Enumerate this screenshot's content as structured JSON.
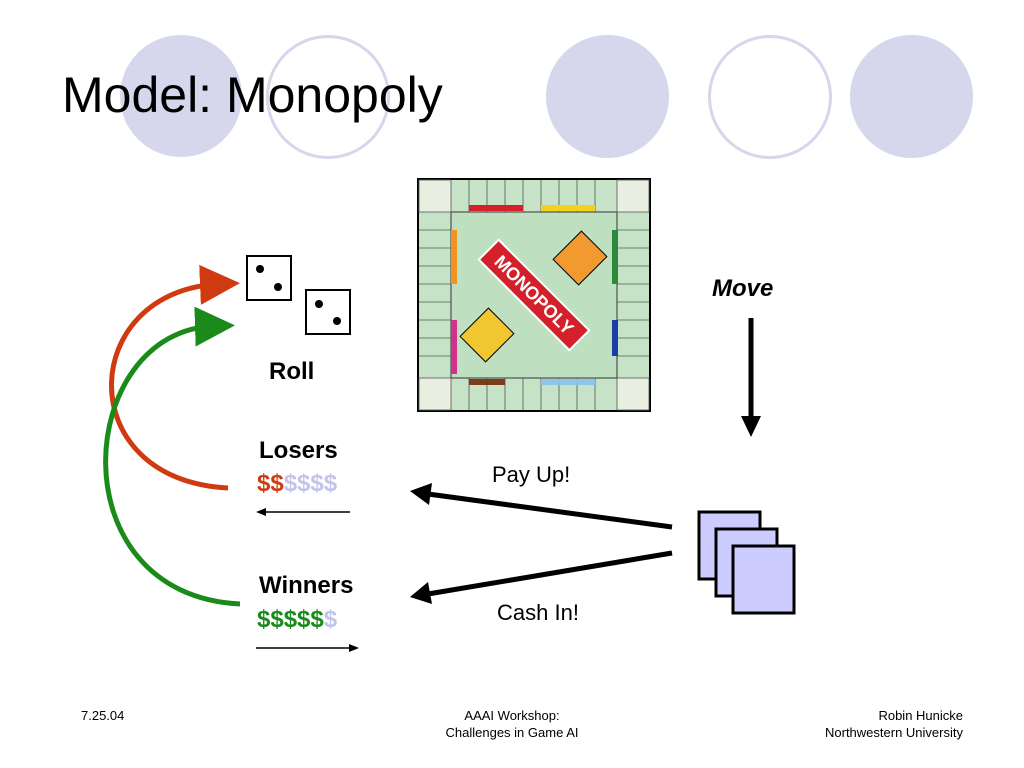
{
  "slide": {
    "title": "Model: Monopoly"
  },
  "diagram": {
    "board_label": "MONOPOLY",
    "roll_label": "Roll",
    "move_label": "Move",
    "losers": {
      "label": "Losers",
      "dollars_highlight": "$$",
      "dollars_faded": "$$$$"
    },
    "winners": {
      "label": "Winners",
      "dollars_highlight": "$$$$$",
      "dollars_faded": "$"
    },
    "pay_up_label": "Pay Up!",
    "cash_in_label": "Cash In!"
  },
  "footer": {
    "date": "7.25.04",
    "center_line1": "AAAI Workshop:",
    "center_line2": "Challenges in Game AI",
    "right_line1": "Robin Hunicke",
    "right_line2": "Northwestern University"
  },
  "colors": {
    "decor_circles": "#d6d6ec",
    "losers_arrow": "#d03a10",
    "winners_arrow": "#1a8a1a",
    "cards": "#ccccff",
    "board_green": "#c6e3c8"
  },
  "icons": [
    "dice-icon",
    "cards-icon",
    "monopoly-board-image"
  ]
}
